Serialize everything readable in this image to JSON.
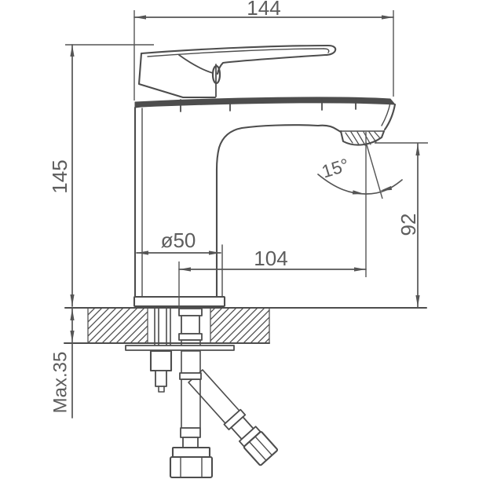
{
  "drawing": {
    "type": "faucet-installation-dimension-drawing",
    "line_color": "#4d4d4d",
    "text_color": "#5d5d5d",
    "background": "#ffffff",
    "labels": {
      "total_width": "144",
      "total_height": "145",
      "base_diameter": "ø50",
      "spout_reach": "104",
      "outlet_height": "92",
      "outlet_angle": "15°",
      "max_deck_thickness": "Max.35"
    }
  }
}
